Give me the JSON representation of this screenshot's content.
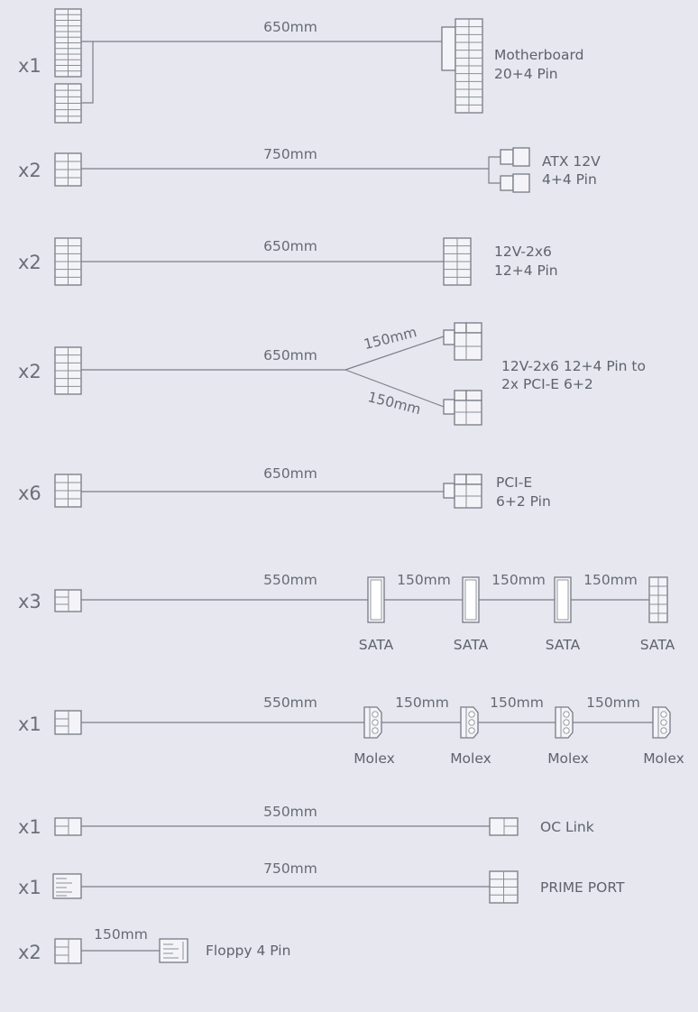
{
  "rows": [
    {
      "id": "motherboard",
      "qty": "x1",
      "lengths": [
        "650mm"
      ],
      "label": [
        "Motherboard",
        "20+4 Pin"
      ]
    },
    {
      "id": "atx12v",
      "qty": "x2",
      "lengths": [
        "750mm"
      ],
      "label": [
        "ATX 12V",
        "4+4 Pin"
      ]
    },
    {
      "id": "12v2x6",
      "qty": "x2",
      "lengths": [
        "650mm"
      ],
      "label": [
        "12V-2x6",
        "12+4 Pin"
      ]
    },
    {
      "id": "12v2x6-pcie",
      "qty": "x2",
      "lengths": [
        "650mm",
        "150mm",
        "150mm"
      ],
      "label": [
        "12V-2x6 12+4 Pin to",
        "2x PCI-E 6+2"
      ]
    },
    {
      "id": "pcie",
      "qty": "x6",
      "lengths": [
        "650mm"
      ],
      "label": [
        "PCI-E",
        "6+2 Pin"
      ]
    },
    {
      "id": "sata",
      "qty": "x3",
      "lengths": [
        "550mm",
        "150mm",
        "150mm",
        "150mm"
      ],
      "connectors": [
        "SATA",
        "SATA",
        "SATA",
        "SATA"
      ]
    },
    {
      "id": "molex",
      "qty": "x1",
      "lengths": [
        "550mm",
        "150mm",
        "150mm",
        "150mm"
      ],
      "connectors": [
        "Molex",
        "Molex",
        "Molex",
        "Molex"
      ]
    },
    {
      "id": "oclink",
      "qty": "x1",
      "lengths": [
        "550mm"
      ],
      "label": [
        "OC Link"
      ]
    },
    {
      "id": "primeport",
      "qty": "x1",
      "lengths": [
        "750mm"
      ],
      "label": [
        "PRIME PORT"
      ]
    },
    {
      "id": "floppy",
      "qty": "x2",
      "lengths": [
        "150mm"
      ],
      "label": [
        "Floppy 4 Pin"
      ]
    }
  ]
}
